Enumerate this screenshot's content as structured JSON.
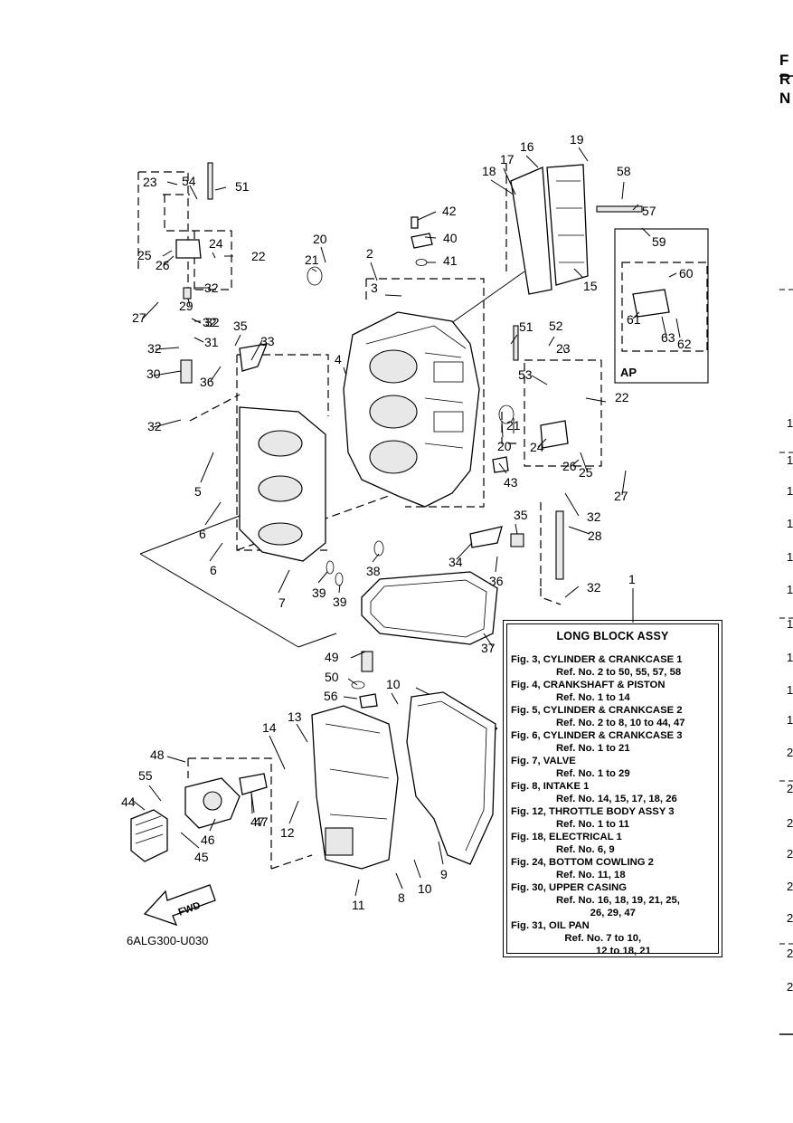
{
  "labels": [
    "1",
    "2",
    "3",
    "4",
    "5",
    "6",
    "6",
    "7",
    "8",
    "9",
    "10",
    "10",
    "11",
    "12",
    "13",
    "14",
    "15",
    "16",
    "17",
    "18",
    "19",
    "20",
    "20",
    "21",
    "21",
    "22",
    "22",
    "23",
    "23",
    "24",
    "24",
    "25",
    "25",
    "26",
    "26",
    "27",
    "27",
    "28",
    "29",
    "30",
    "31",
    "32",
    "32",
    "32",
    "32",
    "32",
    "32",
    "32",
    "33",
    "34",
    "35",
    "35",
    "36",
    "36",
    "37",
    "38",
    "39",
    "39",
    "40",
    "41",
    "42",
    "43",
    "44",
    "45",
    "46",
    "47",
    "47",
    "48",
    "49",
    "50",
    "51",
    "51",
    "52",
    "53",
    "54",
    "55",
    "56",
    "57",
    "58",
    "59",
    "60",
    "61",
    "62",
    "63"
  ],
  "ap_label": "AP",
  "fwd_label": "FWD",
  "drawing_code": "6ALG300-U030",
  "long_block": {
    "title": "LONG BLOCK ASSY",
    "entries": [
      {
        "fig": "Fig. 3, CYLINDER & CRANKCASE 1",
        "refs": [
          "Ref. No. 2 to 50, 55, 57, 58"
        ]
      },
      {
        "fig": "Fig. 4, CRANKSHAFT & PISTON",
        "refs": [
          "Ref. No. 1 to 14"
        ]
      },
      {
        "fig": "Fig. 5, CYLINDER & CRANKCASE 2",
        "refs": [
          "Ref. No. 2 to 8, 10 to 44, 47"
        ]
      },
      {
        "fig": "Fig. 6, CYLINDER & CRANKCASE 3",
        "refs": [
          "Ref. No. 1 to 21"
        ]
      },
      {
        "fig": "Fig. 7, VALVE",
        "refs": [
          "Ref. No. 1 to 29"
        ]
      },
      {
        "fig": "Fig. 8, INTAKE 1",
        "refs": [
          "Ref. No. 14, 15, 17, 18, 26"
        ]
      },
      {
        "fig": "Fig. 12, THROTTLE BODY ASSY 3",
        "refs": [
          "Ref. No. 1 to 11"
        ]
      },
      {
        "fig": "Fig. 18, ELECTRICAL 1",
        "refs": [
          "Ref. No. 6, 9"
        ]
      },
      {
        "fig": "Fig. 24, BOTTOM COWLING 2",
        "refs": [
          "Ref. No. 11, 18"
        ]
      },
      {
        "fig": "Fig. 30, UPPER CASING",
        "refs": [
          "Ref. No. 16, 18, 19, 21, 25,",
          "            26, 29, 47"
        ]
      },
      {
        "fig": "Fig. 31, OIL PAN",
        "refs": [
          "   Ref. No. 7 to 10,",
          "              12 to 18, 21"
        ]
      }
    ]
  },
  "edge": {
    "letters": [
      "F",
      "R",
      "N"
    ],
    "digits": [
      "1",
      "1",
      "1",
      "1",
      "1",
      "1",
      "1",
      "1",
      "1",
      "1",
      "2",
      "2",
      "2",
      "2",
      "2",
      "2",
      "2",
      "2"
    ]
  }
}
